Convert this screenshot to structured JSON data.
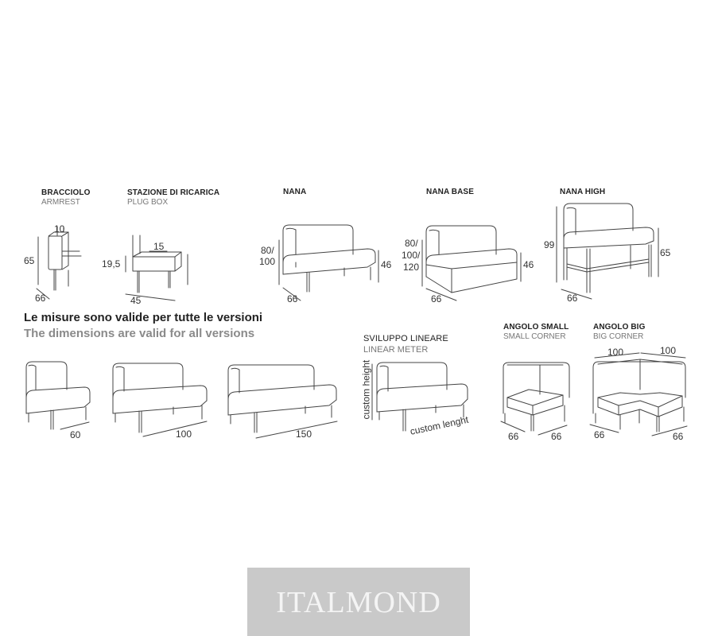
{
  "labels": {
    "armrest": {
      "title": "BRACCIOLO",
      "subtitle": "ARMREST"
    },
    "plugbox": {
      "title": "STAZIONE DI RICARICA",
      "subtitle": "PLUG BOX"
    },
    "nana": {
      "title": "NANA"
    },
    "nana_base": {
      "title": "NANA BASE"
    },
    "nana_high": {
      "title": "NANA HIGH"
    },
    "linear": {
      "title": "SVILUPPO LINEARE",
      "subtitle": "LINEAR METER"
    },
    "small_corner": {
      "title": "ANGOLO SMALL",
      "subtitle": "SMALL CORNER"
    },
    "big_corner": {
      "title": "ANGOLO BIG",
      "subtitle": "BIG CORNER"
    }
  },
  "note": {
    "it": "Le misure sono valide per tutte le versioni",
    "en": "The dimensions are valid for all versions"
  },
  "dimensions": {
    "armrest_top": "10",
    "armrest_height": "65",
    "armrest_depth": "66",
    "plug_top": "15",
    "plug_height": "19,5",
    "plug_depth": "45",
    "nana_height_a": "80/",
    "nana_height_b": "100",
    "nana_seat": "46",
    "nana_depth": "66",
    "base_height_a": "80/",
    "base_height_b": "100/",
    "base_height_c": "120",
    "base_seat": "46",
    "base_depth": "66",
    "high_height": "99",
    "high_seat": "65",
    "high_depth": "66",
    "w60": "60",
    "w100": "100",
    "w150": "150",
    "custom_height": "custom height",
    "custom_length": "custom lenght",
    "small_left": "66",
    "small_right": "66",
    "big_top_left": "100",
    "big_top_right": "100",
    "big_left": "66",
    "big_right": "66"
  },
  "brand": {
    "logo": "ITALMOND"
  }
}
